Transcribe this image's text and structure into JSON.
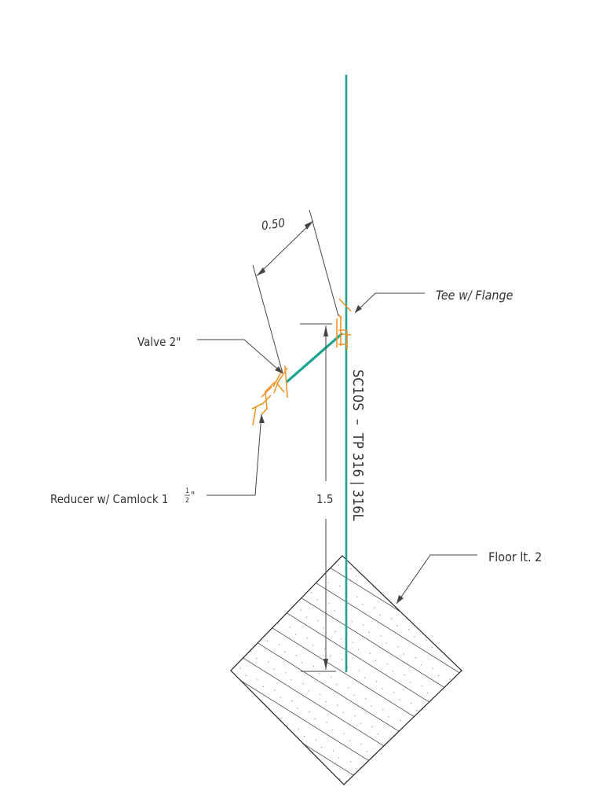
{
  "labels": {
    "dim_offset": "0.50",
    "dim_height": "1.5",
    "tee": "Tee w/ Flange",
    "valve": "Valve 2\"",
    "reducer": "Reducer w/ Camlock 1",
    "reducer_num": "1",
    "reducer_den": "2",
    "reducer_quote": "\"",
    "floor": "Floor lt. 2",
    "pipe_spec": "SC10S  –  TP 316 | 316L"
  },
  "colors": {
    "pipe": "#1aa593",
    "fitting": "#f0962a",
    "line": "#444444",
    "text": "#333333"
  }
}
